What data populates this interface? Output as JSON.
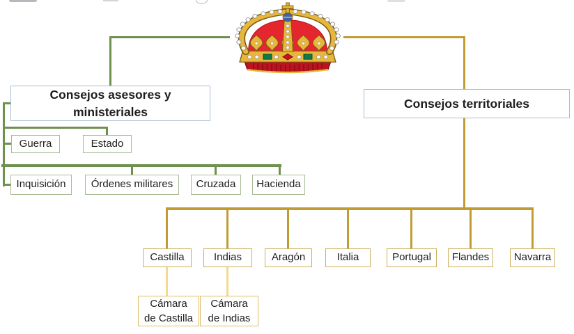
{
  "colors": {
    "green_line": "#6f9150",
    "green_box_border": "#a8bc94",
    "gold_line": "#c09c33",
    "gold_box_border": "#ccad58",
    "pale_gold_line": "#f3da8e",
    "pale_box_border": "#ddbc62",
    "main_box_border": "#a9bed2",
    "text": "#1d1d1d"
  },
  "crown": {
    "icon": "spanish-royal-crown-icon"
  },
  "left_branch": {
    "title": "Consejos asesores y ministeriales",
    "title_lines": [
      "Consejos asesores y",
      "ministeriales"
    ],
    "row1": [
      "Guerra",
      "Estado"
    ],
    "row2": [
      "Inquisición",
      "Órdenes militares",
      "Cruzada",
      "Hacienda"
    ]
  },
  "right_branch": {
    "title": "Consejos territoriales",
    "councils": [
      "Castilla",
      "Indias",
      "Aragón",
      "Italia",
      "Portugal",
      "Flandes",
      "Navarra"
    ],
    "sub_councils": [
      {
        "parent": "Castilla",
        "label": "Cámara de Castilla",
        "lines": [
          "Cámara",
          "de Castilla"
        ]
      },
      {
        "parent": "Indias",
        "label": "Cámara de Indias",
        "lines": [
          "Cámara",
          "de Indias"
        ]
      }
    ]
  }
}
